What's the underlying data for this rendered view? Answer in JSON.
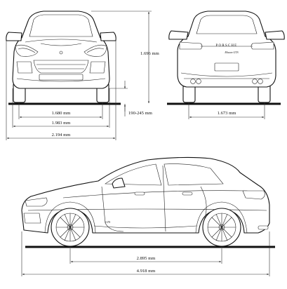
{
  "dimensions": {
    "height": "1.696 mm",
    "front_track": "1.680 mm",
    "width_without_mirrors": "1.983 mm",
    "width_with_mirrors": "2.194 mm",
    "ground_clearance": "190-245 mm",
    "rear_track": "1.673 mm",
    "wheelbase": "2.895 mm",
    "length": "4.918 mm"
  },
  "badges": {
    "rear_brand": "PORSCHE",
    "rear_model": "Macan GTS",
    "side_model": "GTS"
  },
  "colors": {
    "line": "#111111",
    "background": "#ffffff"
  }
}
